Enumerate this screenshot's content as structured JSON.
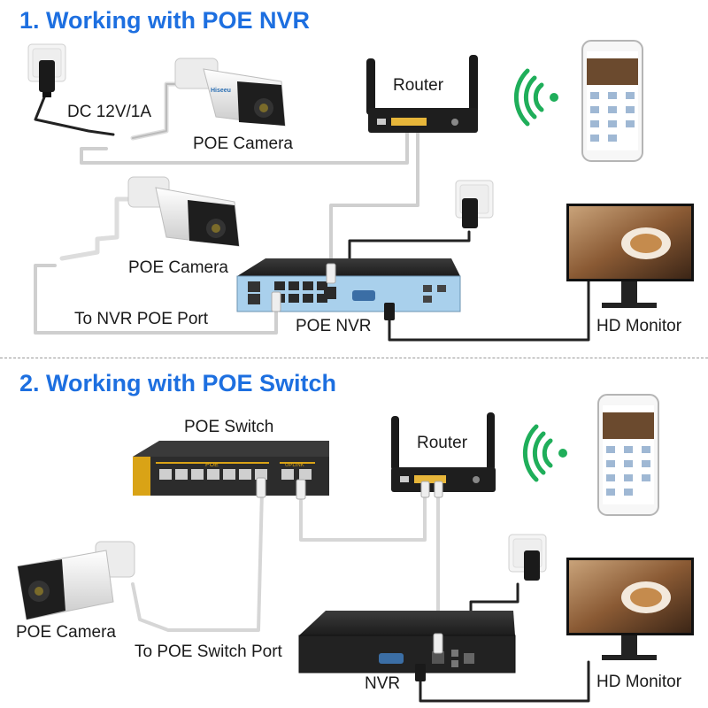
{
  "section1": {
    "title": "1. Working with POE NVR",
    "router_label": "Router",
    "dc_label": "DC 12V/1A",
    "camera1_label": "POE Camera",
    "camera2_label": "POE Camera",
    "nvr_label": "POE NVR",
    "port_label": "To NVR POE Port",
    "monitor_label": "HD Monitor"
  },
  "section2": {
    "title": "2. Working with POE Switch",
    "switch_label": "POE Switch",
    "router_label": "Router",
    "camera_label": "POE Camera",
    "port_label": "To POE Switch Port",
    "nvr_label": "NVR",
    "monitor_label": "HD Monitor",
    "switch_port_group": "POE",
    "switch_uplink": "UPLINK"
  },
  "colors": {
    "title": "#1d6fe0",
    "wifi": "#1fae5a",
    "nvr_face": "#a9d0ec",
    "switch_body": "#2c2c2c",
    "switch_panel": "#d9a316"
  },
  "icons": [
    "wall-outlet-icon",
    "power-adapter-icon",
    "bullet-camera-icon",
    "router-icon",
    "wifi-icon",
    "smartphone-icon",
    "nvr-icon",
    "monitor-icon",
    "poe-switch-icon",
    "ethernet-plug-icon",
    "hdmi-plug-icon"
  ]
}
